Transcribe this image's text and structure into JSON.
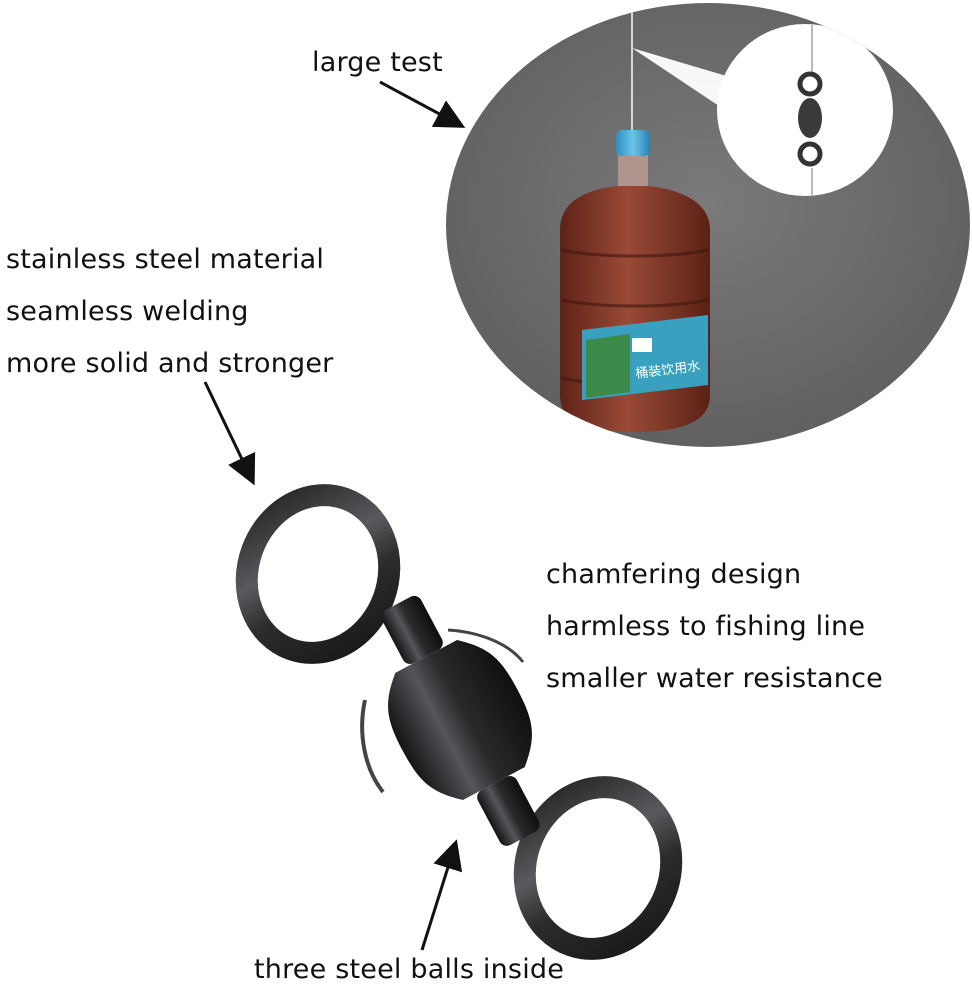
{
  "labels": {
    "large_test": "large test",
    "material": "stainless steel material",
    "welding": "seamless welding",
    "solid": "more solid and stronger",
    "chamfering": "chamfering design",
    "harmless": "harmless to fishing line",
    "resistance": "smaller water resistance",
    "balls": "three steel balls inside"
  },
  "colors": {
    "photo_background": "#6e6e6e",
    "bottle_liquid": "#8a3b2a",
    "bottle_cap": "#4aa8d8",
    "bottle_label": "#3aa0c0",
    "swivel_metal": "#2a2a2c",
    "text": "#111111"
  },
  "bottle_label_text": "桶装饮用水"
}
